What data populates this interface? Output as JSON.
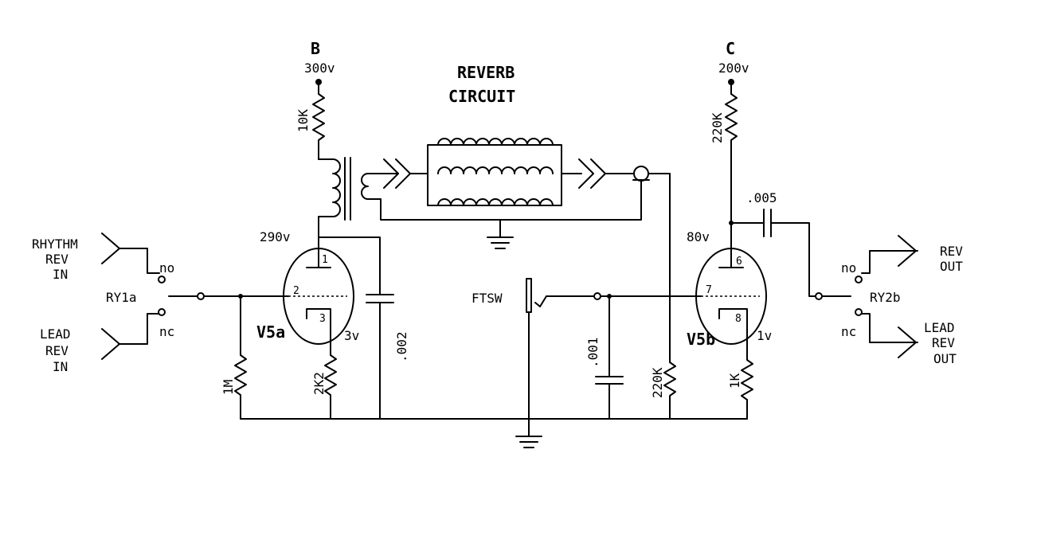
{
  "title": "REVERB",
  "subtitle": "CIRCUIT",
  "supply_b": {
    "name": "B",
    "voltage": "300v"
  },
  "supply_c": {
    "name": "C",
    "voltage": "200v"
  },
  "inputs": {
    "rhythm": [
      "RHYTHM",
      "REV",
      "IN"
    ],
    "lead": [
      "LEAD",
      "REV",
      "IN"
    ]
  },
  "outputs": {
    "rev": [
      "REV",
      "OUT"
    ],
    "lead": [
      "LEAD",
      "REV",
      "OUT"
    ]
  },
  "relays": {
    "ry1a": "RY1a",
    "ry2b": "RY2b",
    "no": "no",
    "nc": "nc"
  },
  "tubes": {
    "v5a": {
      "name": "V5a",
      "plate_voltage": "290v",
      "cathode_voltage": "3v",
      "pins": [
        "1",
        "2",
        "3"
      ]
    },
    "v5b": {
      "name": "V5b",
      "plate_voltage": "80v",
      "cathode_voltage": "1v",
      "pins": [
        "6",
        "7",
        "8"
      ]
    }
  },
  "components": {
    "r_plate_a": "10K",
    "r_plate_b": "220K",
    "r_grid_a": "1M",
    "r_cath_a": "2K2",
    "r_grid_b": "220K",
    "r_cath_b": "1K",
    "c_a": ".002",
    "c_b": ".001",
    "c_out": ".005"
  },
  "footswitch": "FTSW"
}
